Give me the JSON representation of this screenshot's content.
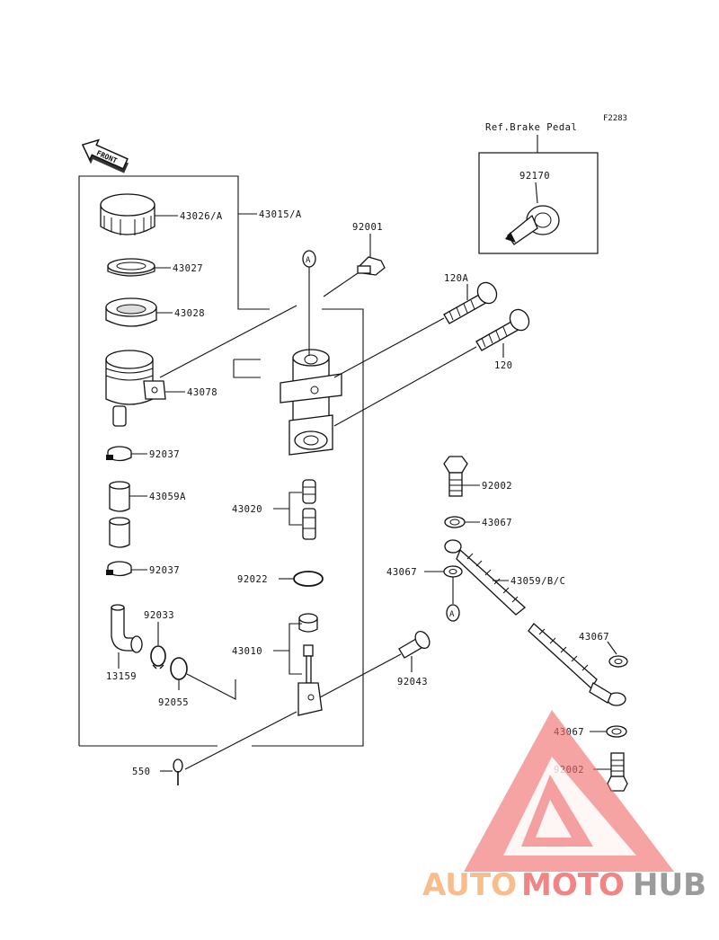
{
  "diagram": {
    "code": "F2283",
    "ref_label": "Ref.Brake Pedal",
    "front_label": "FRONT",
    "callout_a": "A",
    "parts": {
      "p92170": "92170",
      "p92001": "92001",
      "p43026": "43026/A",
      "p43015": "43015/A",
      "p43027": "43027",
      "p43028": "43028",
      "p43078": "43078",
      "p92037a": "92037",
      "p43059a": "43059A",
      "p92037b": "92037",
      "p92033": "92033",
      "p13159": "13159",
      "p92055": "92055",
      "p120a": "120A",
      "p120": "120",
      "p43020": "43020",
      "p92022": "92022",
      "p43010": "43010",
      "p92043": "92043",
      "p550": "550",
      "p92002a": "92002",
      "p43067a": "43067",
      "p43067b": "43067",
      "p43059": "43059/B/C",
      "p43067c": "43067",
      "p43067d": "43067",
      "p92002b": "92002"
    }
  },
  "watermark": {
    "part1": "AUTO",
    "part2": "MOTO",
    "part3": "HUB",
    "color1": "#f7b27a",
    "color2": "#ef6f6f",
    "color3": "#8a8a8a",
    "triangle_color": "#ef6f6f"
  }
}
